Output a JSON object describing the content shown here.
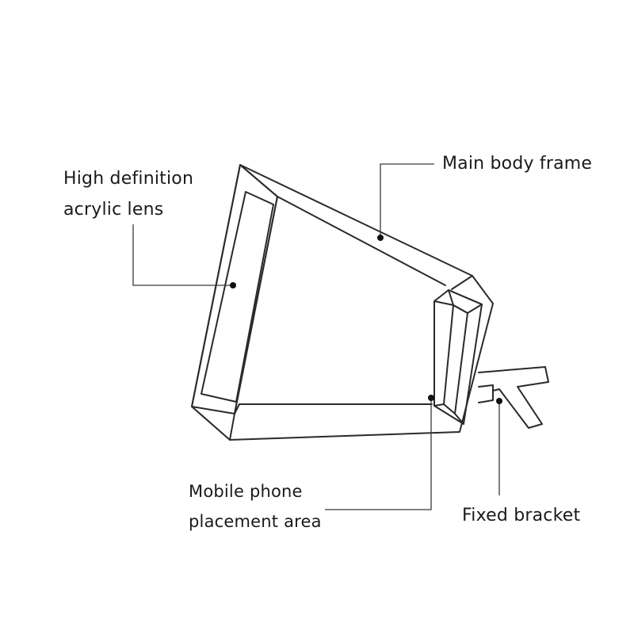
{
  "title": "",
  "callouts": {
    "lens": {
      "line1": "High definition",
      "line2": "acrylic lens"
    },
    "frame": {
      "text": "Main body frame"
    },
    "phone_area": {
      "line1": "Mobile phone",
      "line2": "placement area"
    },
    "bracket": {
      "text": "Fixed bracket"
    }
  },
  "colors": {
    "line": "#2a2a2a",
    "text": "#1a1a1a",
    "background": "#ffffff"
  }
}
